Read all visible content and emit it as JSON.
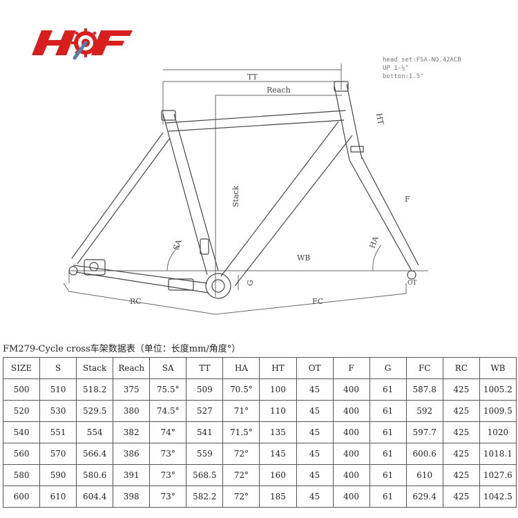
{
  "logo": {
    "text": "HF",
    "color": "#d91e1e"
  },
  "notes": {
    "line1": "head set:FSA-NO.42ACB",
    "line2": "UP 1-⅛\"",
    "line3": "botton:1.5\""
  },
  "diagram_labels": {
    "tt": "TT",
    "reach": "Reach",
    "ht": "HT",
    "stack": "Stack",
    "f": "F",
    "sa": "SA",
    "ha": "HA",
    "wb": "WB",
    "g": "G",
    "rc": "RC",
    "fc": "FC",
    "ot": "OT"
  },
  "table": {
    "title": "FM279-Cycle cross车架数据表（单位：长度mm/角度°）",
    "headers": [
      "SIZE",
      "S",
      "Stack",
      "Reach",
      "SA",
      "TT",
      "HA",
      "HT",
      "OT",
      "F",
      "G",
      "FC",
      "RC",
      "WB"
    ],
    "rows": [
      [
        "500",
        "510",
        "518.2",
        "375",
        "75.5°",
        "509",
        "70.5°",
        "100",
        "45",
        "400",
        "61",
        "587.8",
        "425",
        "1005.2"
      ],
      [
        "520",
        "530",
        "529.5",
        "380",
        "74.5°",
        "527",
        "71°",
        "110",
        "45",
        "400",
        "61",
        "592",
        "425",
        "1009.5"
      ],
      [
        "540",
        "551",
        "554",
        "382",
        "74°",
        "541",
        "71.5°",
        "135",
        "45",
        "400",
        "61",
        "597.7",
        "425",
        "1020"
      ],
      [
        "560",
        "570",
        "566.4",
        "386",
        "73°",
        "559",
        "72°",
        "145",
        "45",
        "400",
        "61",
        "600.6",
        "425",
        "1018.1"
      ],
      [
        "580",
        "590",
        "580.6",
        "391",
        "73°",
        "568.5",
        "72°",
        "160",
        "45",
        "400",
        "61",
        "610",
        "425",
        "1027.6"
      ],
      [
        "600",
        "610",
        "604.4",
        "398",
        "73°",
        "582.2",
        "72°",
        "185",
        "45",
        "400",
        "61",
        "629.4",
        "425",
        "1042.5"
      ]
    ]
  }
}
